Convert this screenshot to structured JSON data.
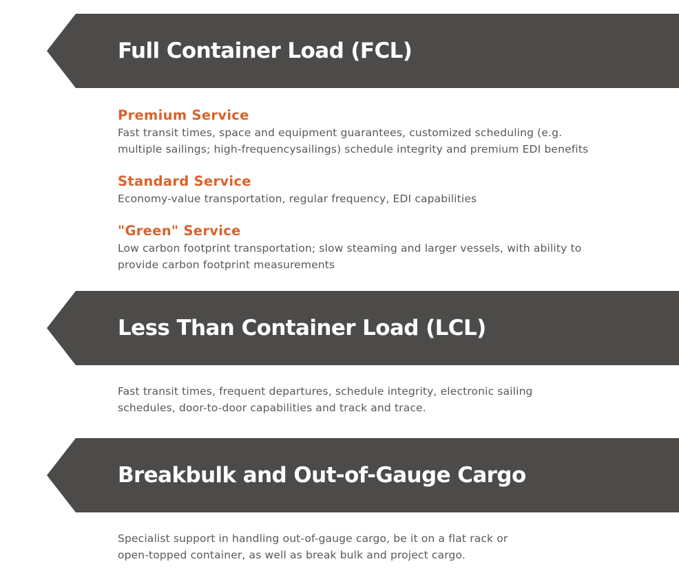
{
  "fcl": {
    "title": "Full Container Load (FCL)",
    "services": [
      {
        "title": "Premium Service",
        "desc_lines": [
          "Fast transit times, space and equipment guarantees, customized scheduling (e.g.",
          "multiple sailings; high-frequencysailings) schedule integrity and premium EDI benefits"
        ]
      },
      {
        "title": "Standard Service",
        "desc_lines": [
          "Economy-value transportation, regular frequency, EDI capabilities"
        ]
      },
      {
        "title": "\"Green\" Service",
        "desc_lines": [
          "Low carbon footprint transportation; slow steaming and larger vessels, with ability to",
          "provide carbon footprint measurements"
        ]
      }
    ]
  },
  "lcl": {
    "title": "Less Than Container Load (LCL)",
    "desc_lines": [
      "Fast transit times, frequent departures, schedule integrity, electronic sailing",
      "schedules, door-to-door capabilities and track and trace."
    ]
  },
  "breakbulk": {
    "title": "Breakbulk and Out-of-Gauge Cargo",
    "desc_lines": [
      "Specialist support in handling out-of-gauge cargo, be it on a flat rack or",
      "open-topped container, as well as break bulk and project cargo."
    ]
  },
  "colors": {
    "banner": "#4d4b49",
    "accent": "#d9622b",
    "text": "#58585a"
  }
}
